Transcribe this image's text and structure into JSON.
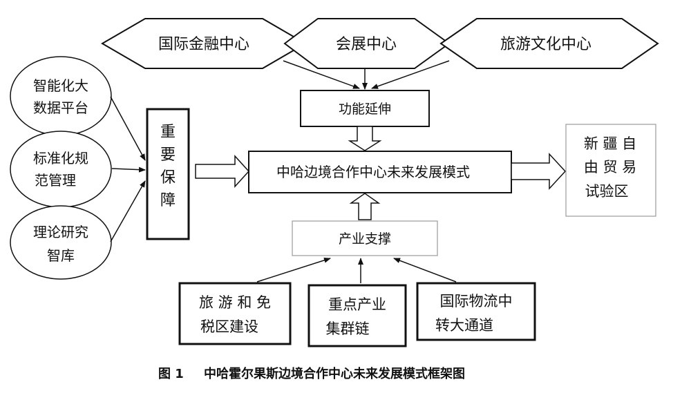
{
  "hexagons": [
    {
      "id": "finance",
      "label": "国际金融中心"
    },
    {
      "id": "exhibition",
      "label": "会展中心"
    },
    {
      "id": "tourism_culture",
      "label": "旅游文化中心"
    }
  ],
  "function_box": {
    "label": "功能延伸"
  },
  "center_box": {
    "label": "中哈边境合作中心未来发展模式"
  },
  "support_box": {
    "label": "产业支撑"
  },
  "guarantee_box": {
    "lines": [
      "重",
      "要",
      "保",
      "障"
    ]
  },
  "circles": [
    {
      "id": "bigdata",
      "lines": [
        "智能化大",
        "数据平台"
      ]
    },
    {
      "id": "standard",
      "lines": [
        "标准化规",
        "范管理"
      ]
    },
    {
      "id": "thinktank",
      "lines": [
        "理论研究",
        "智库"
      ]
    }
  ],
  "bottom_boxes": [
    {
      "id": "dutyfree",
      "lines": [
        "旅 游 和 免",
        "税区建设"
      ]
    },
    {
      "id": "cluster",
      "lines": [
        "重点产业",
        "集群链"
      ]
    },
    {
      "id": "logistics",
      "lines": [
        "国际物流中",
        "转大通道"
      ]
    }
  ],
  "ftz_box": {
    "lines": [
      "新 疆 自",
      "由 贸 易",
      "试验区"
    ]
  },
  "caption": {
    "figure_no": "图 1",
    "title": "中哈霍尔果斯边境合作中心未来发展模式框架图"
  }
}
